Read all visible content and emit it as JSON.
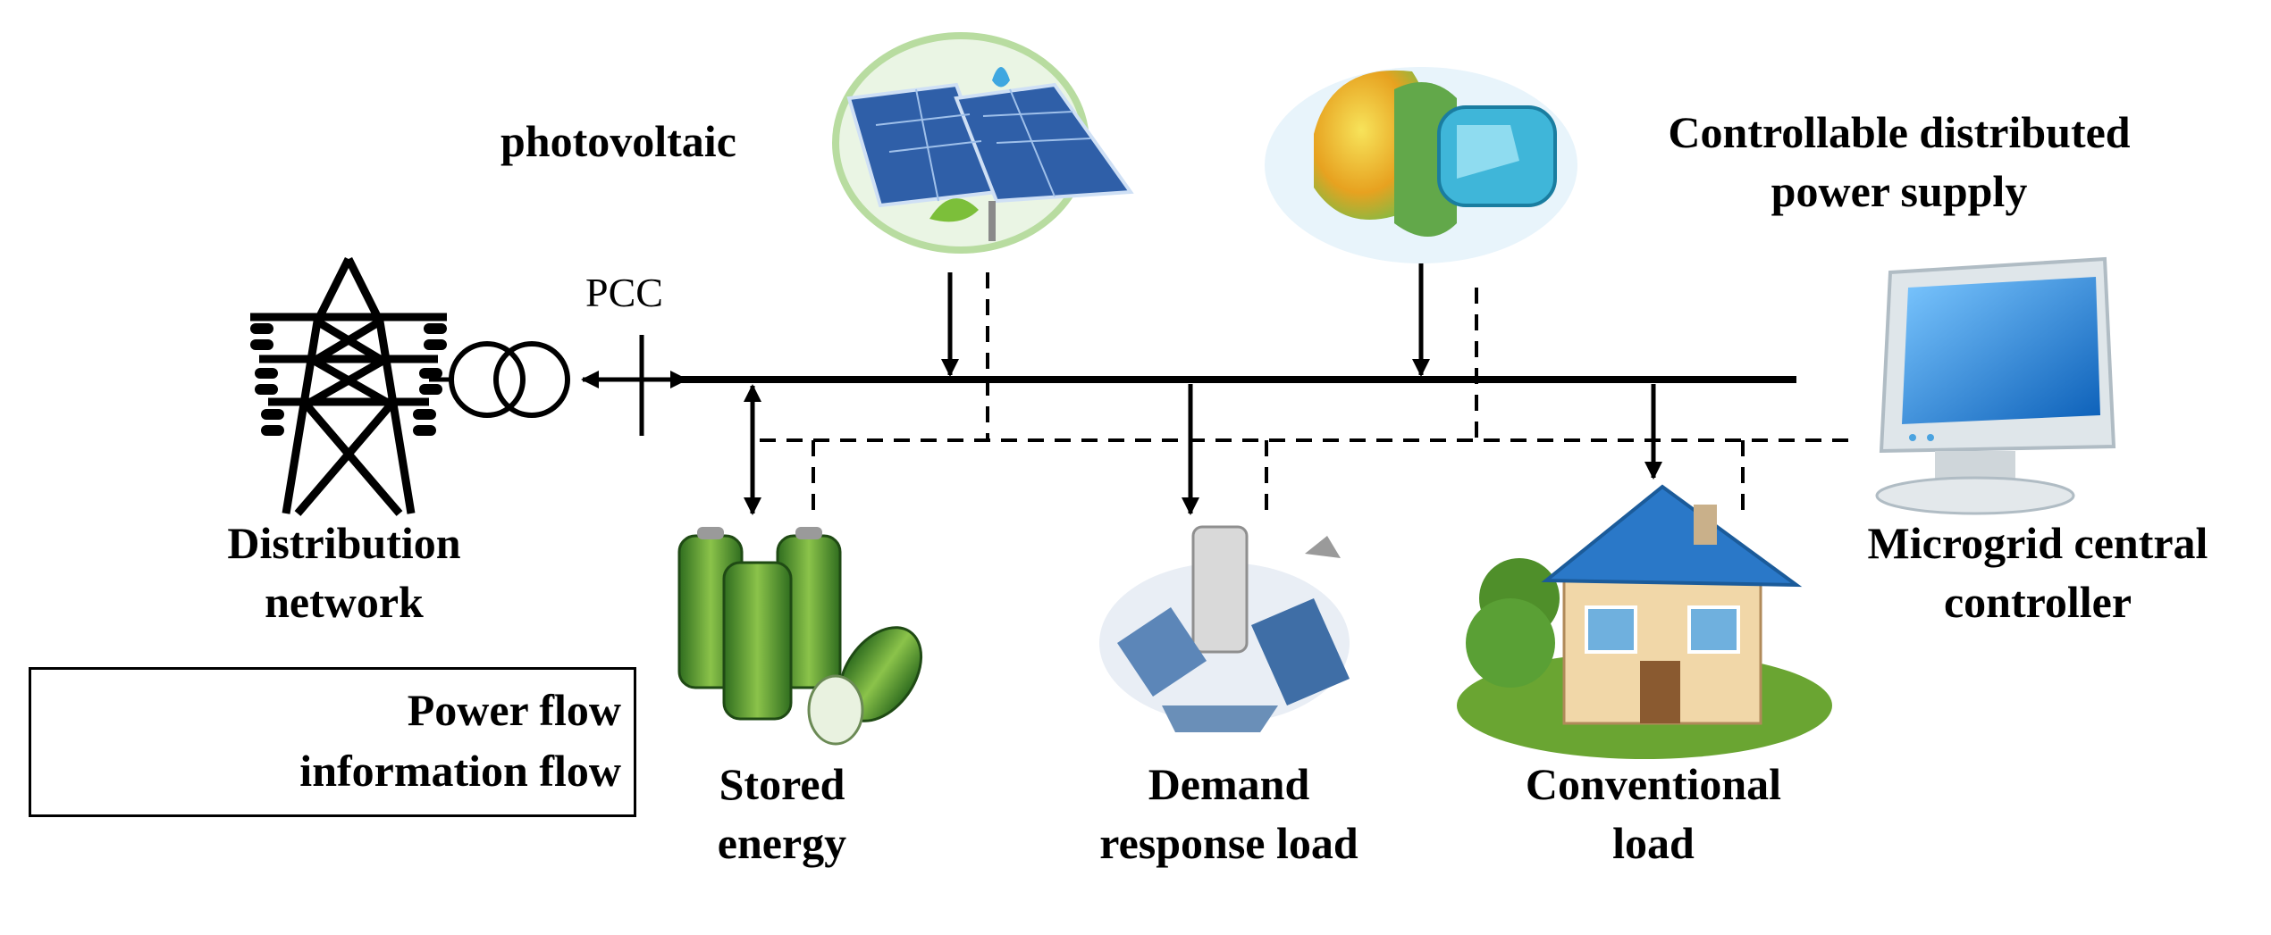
{
  "labels": {
    "photovoltaic": "photovoltaic",
    "controllable_line1": "Controllable distributed",
    "controllable_line2": "power supply",
    "pcc": "PCC",
    "distribution_line1": "Distribution",
    "distribution_line2": "network",
    "controller_line1": "Microgrid central",
    "controller_line2": "controller",
    "stored_line1": "Stored",
    "stored_line2": "energy",
    "demand_line1": "Demand",
    "demand_line2": "response load",
    "conventional_line1": "Conventional",
    "conventional_line2": "load"
  },
  "legend": {
    "power_flow": "Power flow",
    "information_flow": "information flow"
  },
  "colors": {
    "line": "#000000",
    "solar_blue": "#2f5fa8",
    "battery_green": "#3f7f2a",
    "monitor_blue": "#1e7fd6",
    "roof_blue": "#2a78c8",
    "house_wall": "#f1d7a8",
    "grass": "#6aa532"
  }
}
